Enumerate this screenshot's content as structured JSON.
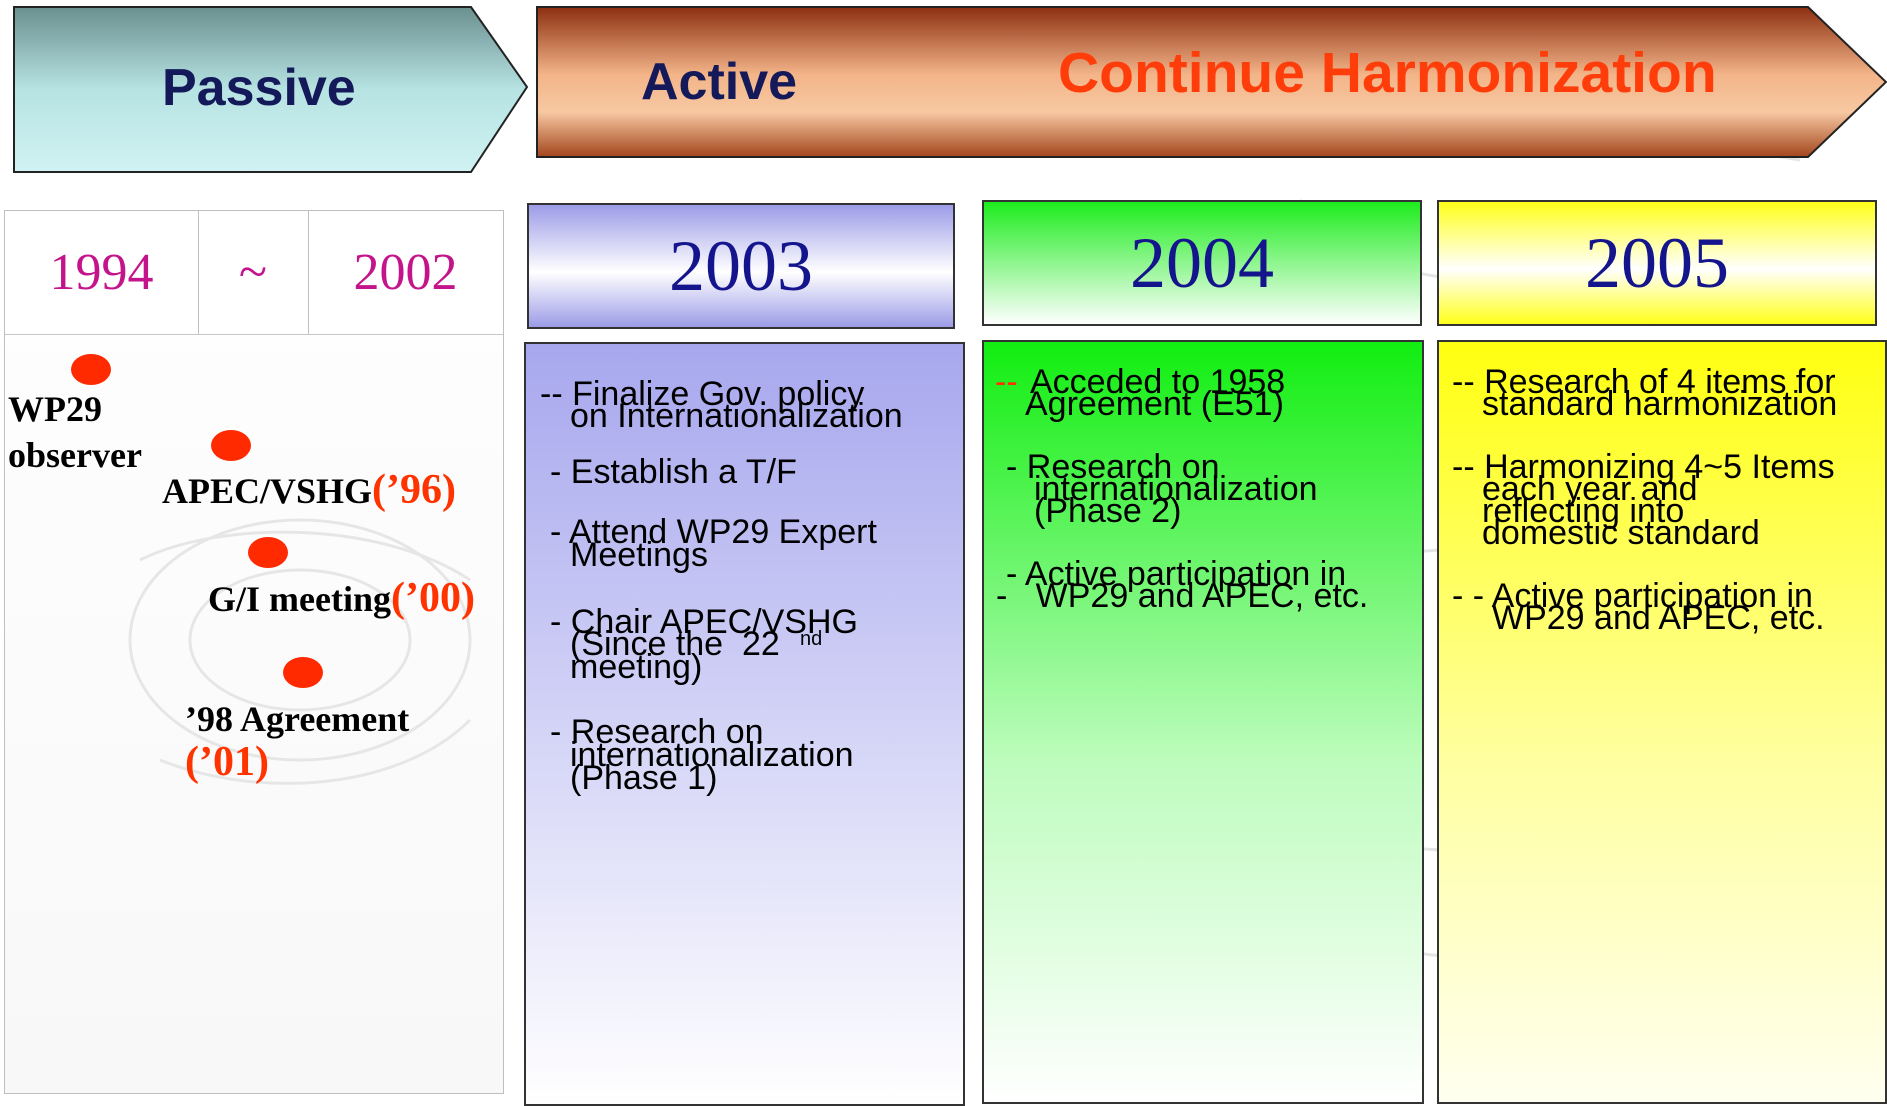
{
  "phases": {
    "passive": "Passive",
    "active": "Active",
    "continue": "Continue Harmonization"
  },
  "colors": {
    "passive_arrow": "#7aa9b0",
    "active_arrow": "#a24b24",
    "continue_text": "#ff3d0a",
    "year_text": "#14148c",
    "period_text": "#c4148c",
    "milestone_year": "#ff3300"
  },
  "period": {
    "start": "1994",
    "sep": "~",
    "end": "2002"
  },
  "milestones": [
    {
      "label": "WP29",
      "label2": "observer",
      "year": ""
    },
    {
      "label": "APEC/VSHG",
      "year": "(’96)"
    },
    {
      "label": "G/I meeting",
      "year": "(’00)"
    },
    {
      "label": "’98 Agreement",
      "year": "(’01)"
    }
  ],
  "columns": [
    {
      "year": "2003",
      "items": [
        "-- Finalize Gov. policy",
        "on Internationalization",
        "- Establish a T/F",
        "- Attend WP29 Expert",
        "Meetings",
        "- Chair APEC/VSHG",
        "(Since the  22",
        "nd",
        "meeting)",
        "- Research on",
        "internationalization",
        "(Phase 1)"
      ]
    },
    {
      "year": "2004",
      "items": [
        "--",
        "Acceded to 1958",
        "Agreement (E51)",
        "- Research on",
        "internationalization",
        "(Phase 2)",
        "- Active participation in",
        "-   WP29 and APEC, etc."
      ]
    },
    {
      "year": "2005",
      "items": [
        "-- Research of 4 items for",
        "standard harmonization",
        "-- Harmonizing 4~5 Items",
        "each year and",
        "reflecting into",
        "domestic standard",
        "- - Active participation in",
        "WP29 and APEC, etc."
      ]
    }
  ]
}
